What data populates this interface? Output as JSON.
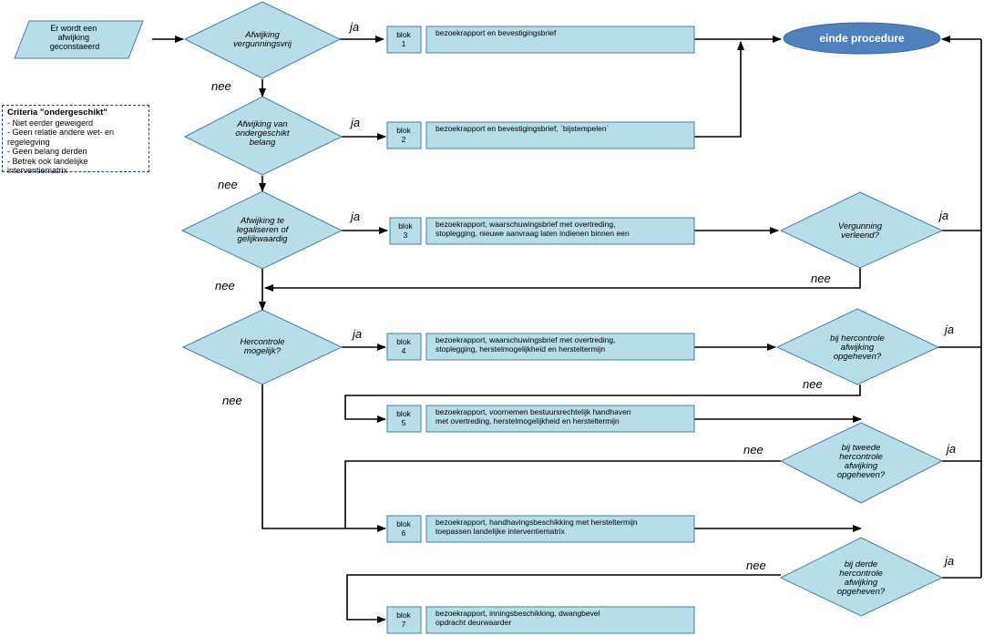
{
  "start": [
    "Er wordt een",
    "afwijking",
    "geconstaeerd"
  ],
  "end": "einde procedure",
  "criteria": {
    "title": "Criteria \"ondergeschikt\"",
    "items": [
      "- Niet eerder geweigerd",
      "- Geen relatie andere wet- en",
      "regelegving",
      "- Geen belang derden",
      "-  Betrek ook landelijke",
      "interventiematrix"
    ]
  },
  "decisions": {
    "d1": [
      "Afwijking",
      "vergunningsvrij"
    ],
    "d2": [
      "Afwijking van",
      "ondergeschikt",
      "belang"
    ],
    "d3": [
      "Afwijking te",
      "legaliseren of",
      "gelijkwaardig"
    ],
    "d4": [
      "Hercontrole",
      "mogelijk?"
    ],
    "v1": [
      "Vergunning",
      "verleend?"
    ],
    "v2": [
      "bij hercontrole",
      "afwijking",
      "opgeheven?"
    ],
    "v3": [
      "bij tweede",
      "hercontrole",
      "afwijking",
      "opgeheven?"
    ],
    "v4": [
      "bij derde",
      "hercontrole",
      "afwijking",
      "opgeheven?"
    ]
  },
  "blocks": [
    {
      "label": "blok",
      "num": "1",
      "text": [
        "bezoekrapport  en bevestigingsbrief"
      ]
    },
    {
      "label": "blok",
      "num": "2",
      "text": [
        "bezoekrapport  en bevestigingsbrief,  `bijstempelen`"
      ]
    },
    {
      "label": "blok",
      "num": "3",
      "text": [
        "bezoekrapport,  waarschuwingsbrief met overtreding,",
        "stoplegging,  nieuwe aanvraag laten indienen binnen een"
      ]
    },
    {
      "label": "blok",
      "num": "4",
      "text": [
        "bezoekrapport,  waarschuwingsbrief met overtreding,",
        "stoplegging,   herstelmogelijkheid  en hersteltermijn"
      ]
    },
    {
      "label": "blok",
      "num": "5",
      "text": [
        "bezoekrapport,  voornemen bestuursrechtelijk handhaven",
        "met overtreding,  herstelmogelijkheid  en hersteltermijn"
      ]
    },
    {
      "label": "blok",
      "num": "6",
      "text": [
        "bezoekrapport,  handhavingsbeschikking  met  hersteltermijn",
        "toepassen landelijke  interventiematrix"
      ]
    },
    {
      "label": "blok",
      "num": "7",
      "text": [
        "bezoekrapport,  inningsbeschikking,  dwangbevel",
        "opdracht deurwaarder"
      ]
    }
  ],
  "labels": {
    "ja": "ja",
    "nee": "nee"
  }
}
